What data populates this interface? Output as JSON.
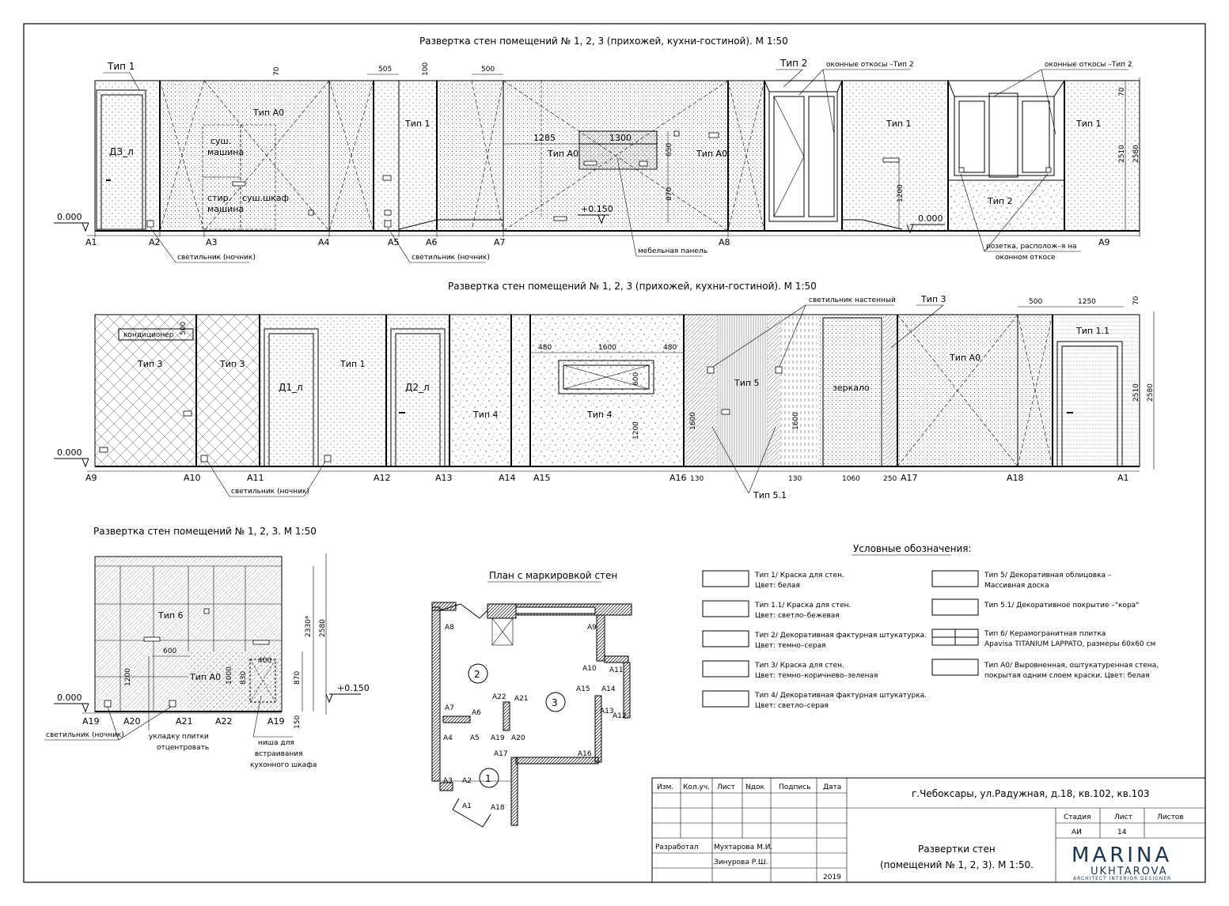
{
  "titles": {
    "elev1": "Развертка стен помещений № 1, 2, 3 (прихожей, кухни-гостиной). М 1:50",
    "elev2": "Развертка стен помещений № 1, 2, 3 (прихожей, кухни-гостиной). М 1:50",
    "elev3": "Развертка стен помещений № 1, 2, 3. М 1:50",
    "plan": "План с маркировкой стен",
    "legend": "Условные обозначения:"
  },
  "elev1": {
    "axes": [
      "A1",
      "A2",
      "A3",
      "A4",
      "A5",
      "A6",
      "A7",
      "A8",
      "A9"
    ],
    "labels": {
      "type1_left": "Тип 1",
      "type_a0_1": "Тип А0",
      "type1_mid": "Тип 1",
      "type_a0_2": "Тип А0",
      "type_a0_3": "Тип А0",
      "type2_top": "Тип 2",
      "type1_right": "Тип 1",
      "type1_far": "Тип 1",
      "type2_bottom": "Тип 2",
      "door": "ДЗ_л",
      "dryer": "суш. машина",
      "washer": "стир. машина",
      "dry_cabinet": "суш.шкаф",
      "window_slopes_1": "оконные откосы –Тип 2",
      "window_slopes_2": "оконные откосы –Тип 2",
      "lamp1": "светильник (ночник)",
      "lamp2": "светильник (ночник)",
      "panel": "мебельная панель",
      "socket": "розетка, располож–я на",
      "socket2": "оконном откосе",
      "level0": "0.000",
      "level0b": "0.000",
      "level150": "+0.150"
    },
    "dims": {
      "d70": "70",
      "d505": "505",
      "d100": "100",
      "d500": "500",
      "d1285": "1285",
      "d1300": "1300",
      "d650": "650",
      "d870": "870",
      "d1200": "1200",
      "d2510": "2510",
      "d2580": "2580",
      "d70r": "70"
    }
  },
  "elev2": {
    "axes": [
      "A9",
      "A10",
      "A11",
      "A12",
      "A13",
      "A14",
      "A15",
      "A16",
      "A17",
      "A18",
      "A1"
    ],
    "labels": {
      "ac": "кондиционер",
      "type3a": "Тип 3",
      "type3b": "Тип 3",
      "type1": "Тип 1",
      "door1": "Д1_л",
      "door2": "Д2_л",
      "type4a": "Тип 4",
      "type4b": "Тип 4",
      "type5": "Тип 5",
      "mirror": "зеркало",
      "type_a0": "Тип А0",
      "type11": "Тип 1.1",
      "wall_lamp": "светильник настенный",
      "type3_top": "Тип 3",
      "type51": "Тип 5.1",
      "lamp": "светильник (ночник)",
      "level0": "0.000"
    },
    "dims": {
      "d500": "500",
      "d480a": "480",
      "d1600": "1600",
      "d480b": "480",
      "d600": "600",
      "d1200": "1200",
      "d1600a": "1600",
      "d1600b": "1600",
      "d130a": "130",
      "d130b": "130",
      "d1060": "1060",
      "d250": "250",
      "d500r": "500",
      "d1250": "1250",
      "d70": "70",
      "d2510": "2510",
      "d2580": "2580"
    }
  },
  "elev3": {
    "axes": [
      "A19",
      "A20",
      "A21",
      "A22",
      "A19"
    ],
    "labels": {
      "type6": "Тип 6",
      "type_a0": "Тип А0",
      "lamp": "светильник (ночник)",
      "tile1": "укладку плитки",
      "tile2": "отцентровать",
      "niche1": "ниша для",
      "niche2": "встраивания",
      "niche3": "кухонного шкафа",
      "level0": "0.000",
      "level150": "+0.150"
    },
    "dims": {
      "d600": "600",
      "d400": "400",
      "d1200": "1200",
      "d1000": "1000",
      "d830": "830",
      "d870": "870",
      "d2330": "2330*",
      "d2580": "2580",
      "d150": "150"
    }
  },
  "plan": {
    "labels": [
      "A8",
      "A9",
      "A10",
      "A11",
      "A15",
      "A14",
      "A13",
      "A12",
      "A7",
      "A6",
      "A22",
      "A21",
      "A4",
      "A5",
      "A19",
      "A20",
      "A17",
      "A16",
      "A3",
      "A2",
      "A1",
      "A18"
    ],
    "rooms": [
      "1",
      "2",
      "3"
    ]
  },
  "legend": [
    {
      "code": "Тип 1/ Краска для стен.",
      "desc": "Цвет: белая"
    },
    {
      "code": "Тип 1.1/ Краска для стен.",
      "desc": "Цвет: светло–бежевая"
    },
    {
      "code": "Тип 2/ Декоративная фактурная штукатурка.",
      "desc": "Цвет: темно–серая"
    },
    {
      "code": "Тип 3/ Краска для стен.",
      "desc": "Цвет: темно–коричнево–зеленая"
    },
    {
      "code": "Тип 4/ Декоративная фактурная штукатурка.",
      "desc": "Цвет: светло–серая"
    },
    {
      "code": "Тип 5/ Декоративная облицовка –",
      "desc": "Массивная доска"
    },
    {
      "code": "Тип 5.1/ Декоративное покрытие –\"кора\"",
      "desc": ""
    },
    {
      "code": "Тип 6/ Керамогранитная плитка",
      "desc": "Apavisa TITANIUM LAPPATO, размеры 60х60 см"
    },
    {
      "code": "Тип А0/ Выровненная, оштукатуренная стена,",
      "desc": "покрытая одним слоем краски. Цвет: белая"
    }
  ],
  "stamp": {
    "headers": [
      "Изм.",
      "Кол.уч.",
      "Лист",
      "Nдок",
      "Подпись",
      "Дата"
    ],
    "address": "г.Чебоксары, ул.Радужная, д.18, кв.102, кв.103",
    "stage_h": "Стадия",
    "sheet_h": "Лист",
    "sheets_h": "Листов",
    "stage": "АИ",
    "sheet": "14",
    "dev_label": "Разработал",
    "author1": "Мухтарова М.И.",
    "author2": "Зинурова Р.Ш.",
    "year": "2019",
    "title1": "Развертки стен",
    "title2": "(помещений № 1, 2, 3). М 1:50.",
    "logo_main": "MARINA",
    "logo_sub": "UKHTAROVA",
    "logo_tag": "ARCHITECT   INTERIOR DESIGNER"
  }
}
